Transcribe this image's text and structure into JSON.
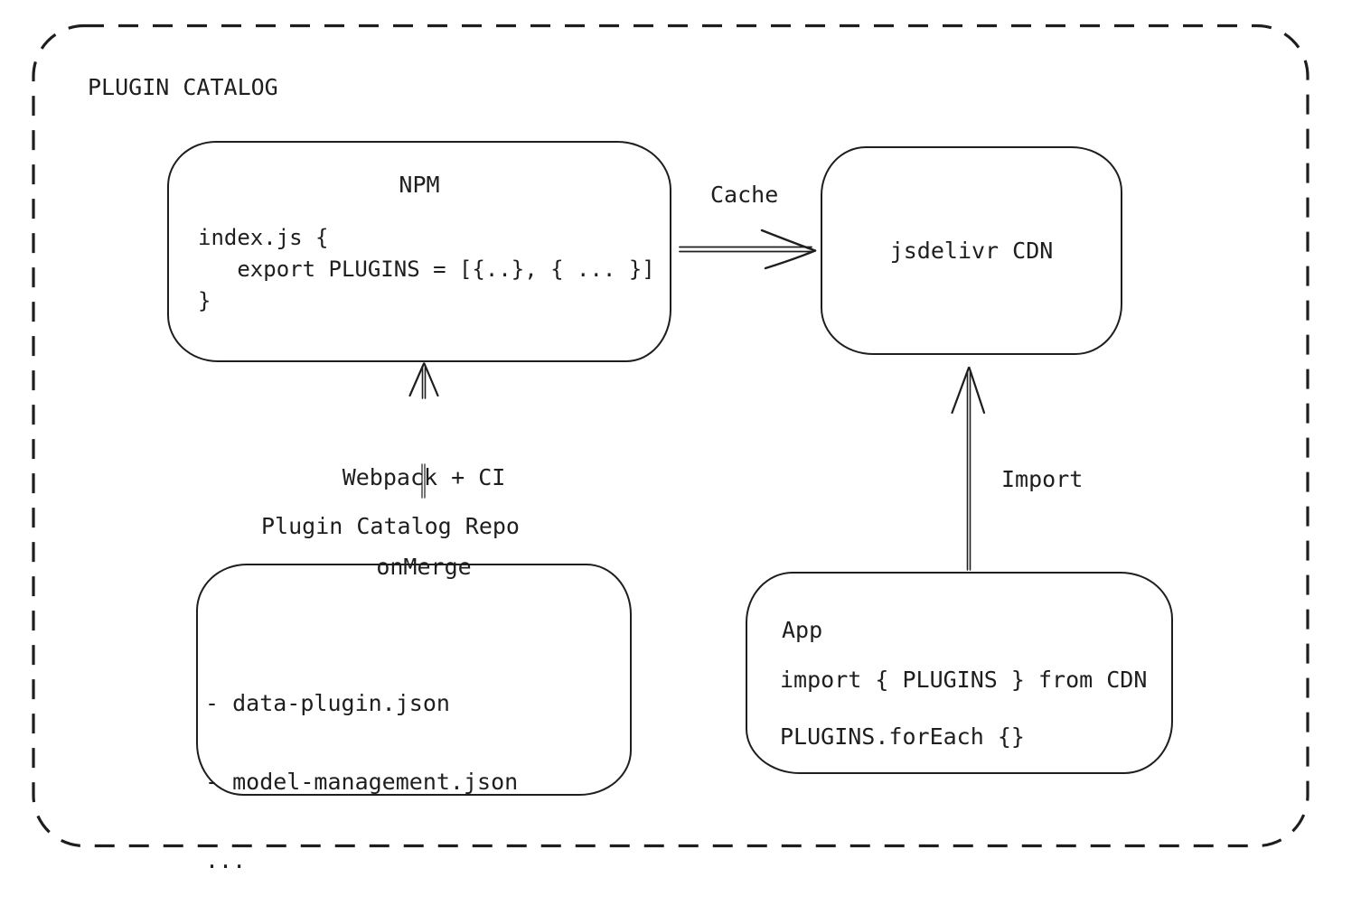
{
  "canvas": {
    "title": "PLUGIN CATALOG"
  },
  "nodes": {
    "npm": {
      "title": "NPM",
      "code": "index.js {\n   export PLUGINS = [{..}, { ... }]\n}"
    },
    "cdn": {
      "label": "jsdelivr CDN"
    },
    "repo": {
      "title": "Plugin Catalog Repo",
      "lines": [
        "- data-plugin.json",
        "- model-management.json",
        "..."
      ]
    },
    "app": {
      "title": "App",
      "code_line1": "import { PLUGINS } from CDN",
      "code_line2": "PLUGINS.forEach {}"
    }
  },
  "edges": {
    "cache": {
      "label": "Cache"
    },
    "build": {
      "line1": "Webpack + CI",
      "line2": "onMerge"
    },
    "import": {
      "label": "Import"
    }
  },
  "colors": {
    "stroke": "#1e1e1e",
    "connector_gray": "#555555",
    "background": "#ffffff"
  }
}
